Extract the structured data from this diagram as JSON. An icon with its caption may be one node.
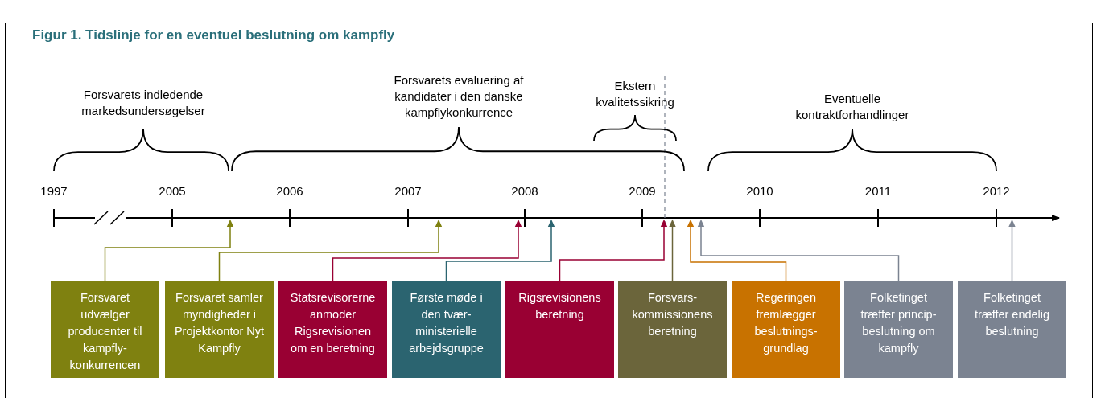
{
  "diagram": {
    "title": "Figur 1. Tidslinje for en eventuel beslutning om kampfly",
    "nodes": [
      {
        "text": [
          "Forsvaret udvælger producenter til kampfly-konkurrencen"
        ]
      },
      {
        "text": [
          "Forsvaret samler myndigheder i Projektkontor Nyt Kampfly"
        ]
      },
      {
        "text": [
          "Statsrevisorerne anmoder Rigsrevisionen om en beretning"
        ]
      },
      {
        "text": [
          "Første møde i den tvær-ministerielle arbejdsgruppe"
        ]
      },
      {
        "text": [
          "Rigsrevisionens beretning"
        ]
      },
      {
        "text": [
          "Forsvars-kommissionens beretning"
        ]
      },
      {
        "text": [
          "Regeringen fremlægger beslutnings-grundlag"
        ]
      },
      {
        "text": [
          "Folketinget træffer princip-beslutning om kampfly"
        ]
      },
      {
        "text": [
          "Folketinget træffer endelig beslutning"
        ]
      }
    ],
    "edges": [
      {
        "from": 0,
        "to": null,
        "arrow": "to",
        "color": "#7f8110"
      },
      {
        "from": 1,
        "to": null,
        "arrow": "to",
        "color": "#7f8110"
      },
      {
        "from": 2,
        "to": null,
        "arrow": "to",
        "color": "#990033"
      },
      {
        "from": 3,
        "to": null,
        "arrow": "to",
        "color": "#2b6470"
      },
      {
        "from": 4,
        "to": null,
        "arrow": "to",
        "color": "#990033"
      },
      {
        "from": 5,
        "to": null,
        "arrow": "to",
        "color": "#6b653b"
      },
      {
        "from": 6,
        "to": null,
        "arrow": "to",
        "color": "#c87200"
      },
      {
        "from": 7,
        "to": null,
        "arrow": "to",
        "color": "#7b8391"
      },
      {
        "from": 8,
        "to": null,
        "arrow": "to",
        "color": "#7b8391"
      }
    ],
    "labels": [
      "Forsvarets indledende markedsundersøgelser",
      "Forsvarets evaluering af kandidater i den danske kampflykonkurrence",
      "Ekstern kvalitetssikring",
      "Eventuelle kontraktforhandlinger",
      "1997",
      "2005",
      "2006",
      "2007",
      "2008",
      "2009",
      "2010",
      "2011",
      "2012"
    ]
  }
}
